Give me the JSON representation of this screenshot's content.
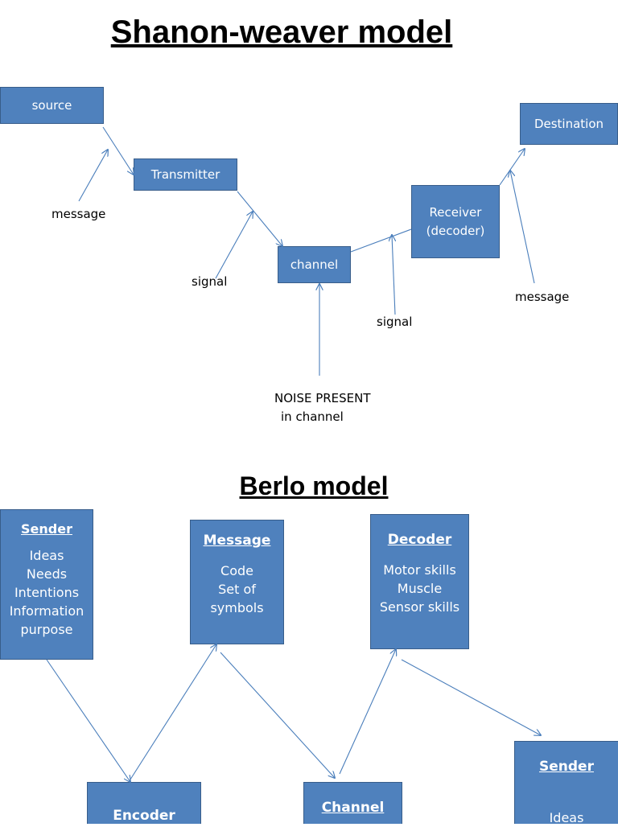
{
  "shannon": {
    "title": "Shanon-weaver model",
    "source": "source",
    "transmitter": "Transmitter",
    "channel": "channel",
    "receiver": [
      "Receiver",
      "(decoder)"
    ],
    "destination": "Destination",
    "labels": {
      "message_left": "message",
      "signal_left": "signal",
      "signal_right": "signal",
      "message_right": "message",
      "noise": [
        "NOISE PRESENT",
        "in channel"
      ]
    }
  },
  "berlo": {
    "title": "Berlo model",
    "sender": {
      "head": "Sender",
      "lines": [
        "Ideas",
        "Needs",
        "Intentions",
        "Information",
        "purpose"
      ]
    },
    "message": {
      "head": "Message",
      "lines": [
        "Code",
        "Set of",
        "symbols"
      ]
    },
    "decoder": {
      "head": "Decoder",
      "lines": [
        "Motor skills",
        "Muscle",
        "Sensor skills"
      ]
    },
    "encoder": {
      "head": "Encoder"
    },
    "channel": {
      "head": "Channel"
    },
    "sender2": {
      "head": "Sender",
      "lines": [
        "Ideas"
      ]
    }
  }
}
